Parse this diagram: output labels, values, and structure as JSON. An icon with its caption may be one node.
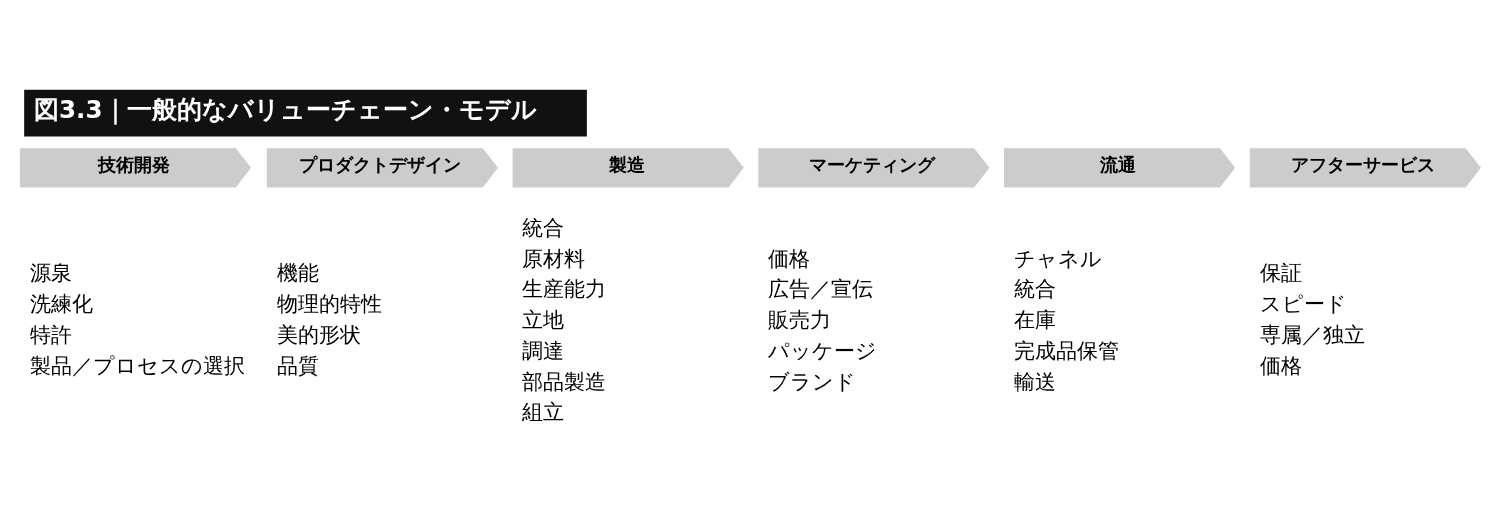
{
  "diagram": {
    "title": "図3.3｜一般的なバリューチェーン・モデル",
    "nodes": [
      {
        "text": [
          "技術開発"
        ],
        "beside": [
          "源泉",
          "洗練化",
          "特許",
          "製品／プロセスの選択"
        ]
      },
      {
        "text": [
          "プロダクトデザイン"
        ],
        "beside": [
          "機能",
          "物理的特性",
          "美的形状",
          "品質"
        ]
      },
      {
        "text": [
          "製造"
        ],
        "beside": [
          "統合",
          "原材料",
          "生産能力",
          "立地",
          "調達",
          "部品製造",
          "組立"
        ]
      },
      {
        "text": [
          "マーケティング"
        ],
        "beside": [
          "価格",
          "広告／宣伝",
          "販売力",
          "パッケージ",
          "ブランド"
        ]
      },
      {
        "text": [
          "流通"
        ],
        "beside": [
          "チャネル",
          "統合",
          "在庫",
          "完成品保管",
          "輸送"
        ]
      },
      {
        "text": [
          "アフターサービス"
        ],
        "beside": [
          "保証",
          "スピード",
          "専属／独立",
          "価格"
        ]
      }
    ],
    "edges": []
  }
}
